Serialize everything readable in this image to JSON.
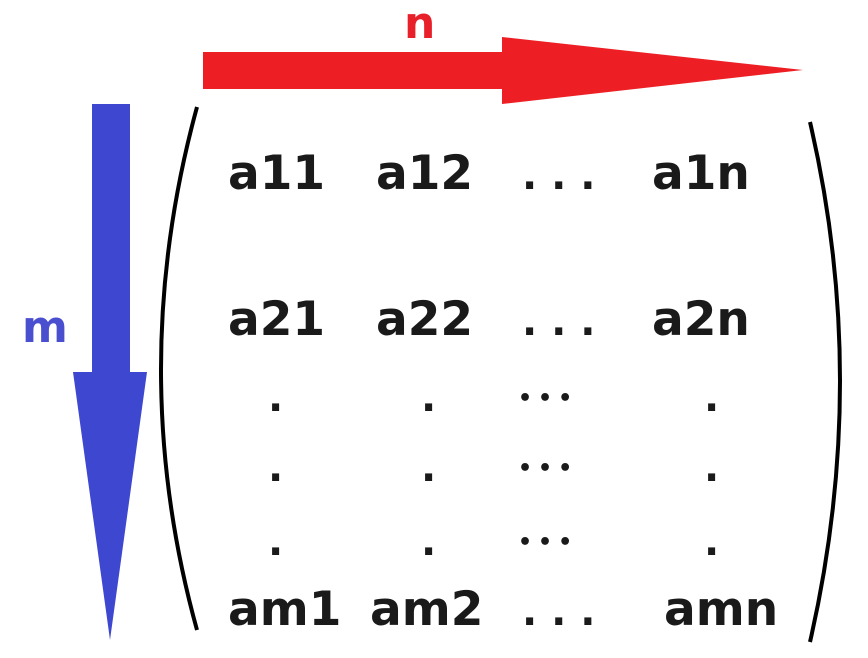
{
  "labels": {
    "n": "n",
    "m": "m"
  },
  "colors": {
    "n_arrow": "#ed1f25",
    "m_arrow": "#3d47cf",
    "m_label": "#4a4fcf",
    "bracket": "#000000",
    "text": "#1a1a1a"
  },
  "matrix": {
    "rows": [
      [
        "a11",
        "a12",
        ". . .",
        "a1n"
      ],
      [
        "a21",
        "a22",
        ". . .",
        "a2n"
      ],
      [
        ".",
        ".",
        "•••",
        "."
      ],
      [
        ".",
        ".",
        "•••",
        "."
      ],
      [
        ".",
        ".",
        "•••",
        "."
      ],
      [
        "am1",
        "am2",
        ". . .",
        "amn"
      ]
    ]
  }
}
